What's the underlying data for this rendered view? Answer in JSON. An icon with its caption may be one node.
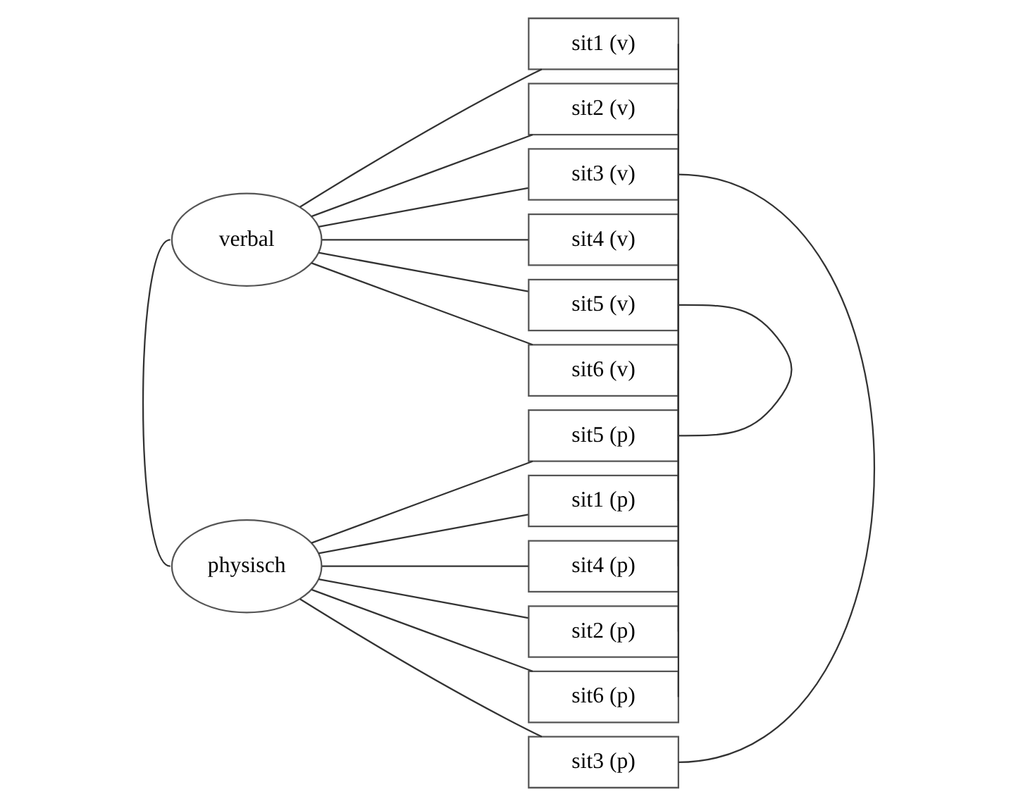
{
  "diagram": {
    "nodes": [
      {
        "text": [
          "verbal"
        ]
      },
      {
        "text": [
          "physisch"
        ]
      },
      {
        "text": [
          "sit1 (v)"
        ]
      },
      {
        "text": [
          "sit2 (v)"
        ]
      },
      {
        "text": [
          "sit3 (v)"
        ]
      },
      {
        "text": [
          "sit4 (v)"
        ]
      },
      {
        "text": [
          "sit5 (v)"
        ]
      },
      {
        "text": [
          "sit6 (v)"
        ]
      },
      {
        "text": [
          "sit1 (p)"
        ]
      },
      {
        "text": [
          "sit2 (p)"
        ]
      },
      {
        "text": [
          "sit3 (p)"
        ]
      },
      {
        "text": [
          "sit4 (p)"
        ]
      },
      {
        "text": [
          "sit5 (p)"
        ]
      },
      {
        "text": [
          "sit6 (p)"
        ]
      }
    ],
    "edges": [
      {
        "from": 0,
        "to": 1,
        "arrow": "none"
      },
      {
        "from": 0,
        "to": 2,
        "arrow": "none"
      },
      {
        "from": 0,
        "to": 3,
        "arrow": "none"
      },
      {
        "from": 0,
        "to": 4,
        "arrow": "none"
      },
      {
        "from": 0,
        "to": 5,
        "arrow": "none"
      },
      {
        "from": 0,
        "to": 6,
        "arrow": "none"
      },
      {
        "from": 0,
        "to": 7,
        "arrow": "none"
      },
      {
        "from": 1,
        "to": 8,
        "arrow": "none"
      },
      {
        "from": 1,
        "to": 9,
        "arrow": "none"
      },
      {
        "from": 1,
        "to": 10,
        "arrow": "none"
      },
      {
        "from": 1,
        "to": 11,
        "arrow": "none"
      },
      {
        "from": 1,
        "to": 12,
        "arrow": "none"
      },
      {
        "from": 1,
        "to": 13,
        "arrow": "none"
      },
      {
        "from": 2,
        "to": 8,
        "arrow": "none"
      },
      {
        "from": 3,
        "to": 9,
        "arrow": "none"
      },
      {
        "from": 4,
        "to": 10,
        "arrow": "none"
      },
      {
        "from": 5,
        "to": 11,
        "arrow": "none"
      },
      {
        "from": 6,
        "to": 12,
        "arrow": "none"
      },
      {
        "from": 7,
        "to": 13,
        "arrow": "none"
      }
    ]
  }
}
